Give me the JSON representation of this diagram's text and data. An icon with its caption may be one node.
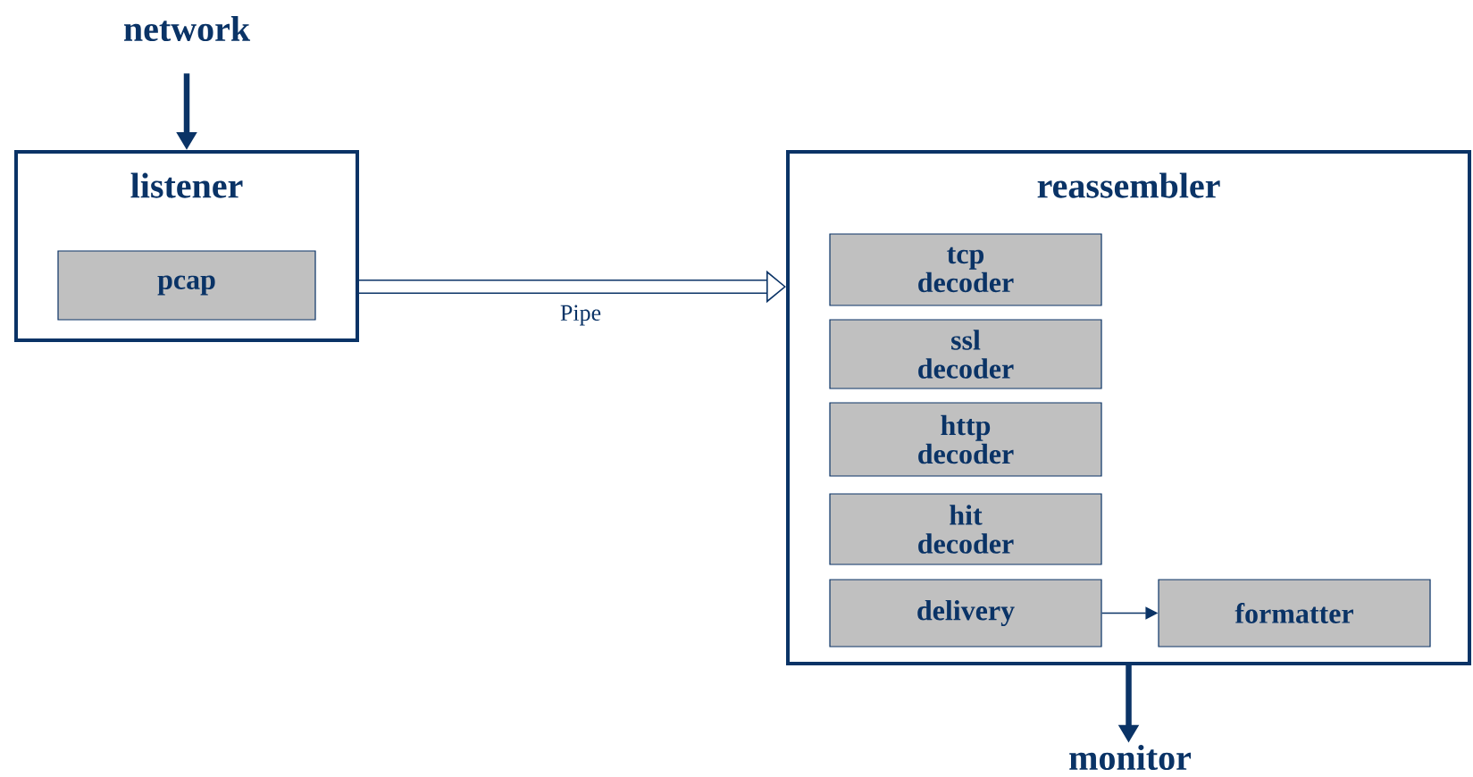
{
  "diagram": {
    "nodes": [
      {
        "text": [
          "network"
        ]
      },
      {
        "text": [
          "listener"
        ]
      },
      {
        "text": [
          "pcap"
        ],
        "in": 1
      },
      {
        "text": [
          "reassembler"
        ]
      },
      {
        "text": [
          "tcp decoder"
        ],
        "in": 3
      },
      {
        "text": [
          "ssl decoder"
        ],
        "in": 3
      },
      {
        "text": [
          "http decoder"
        ],
        "in": 3
      },
      {
        "text": [
          "hit decoder"
        ],
        "in": 3
      },
      {
        "text": [
          "delivery"
        ],
        "in": 3
      },
      {
        "text": [
          "formatter"
        ],
        "in": 3
      },
      {
        "text": [
          "monitor"
        ]
      }
    ],
    "edges": [
      {
        "from": 0,
        "to": 1,
        "arrow": "to"
      },
      {
        "from": 1,
        "to": 3,
        "arrow": "to",
        "label": "Pipe",
        "style": "thick"
      },
      {
        "from": 8,
        "to": 9,
        "arrow": "to"
      },
      {
        "from": 3,
        "to": 10,
        "arrow": "to"
      }
    ]
  }
}
